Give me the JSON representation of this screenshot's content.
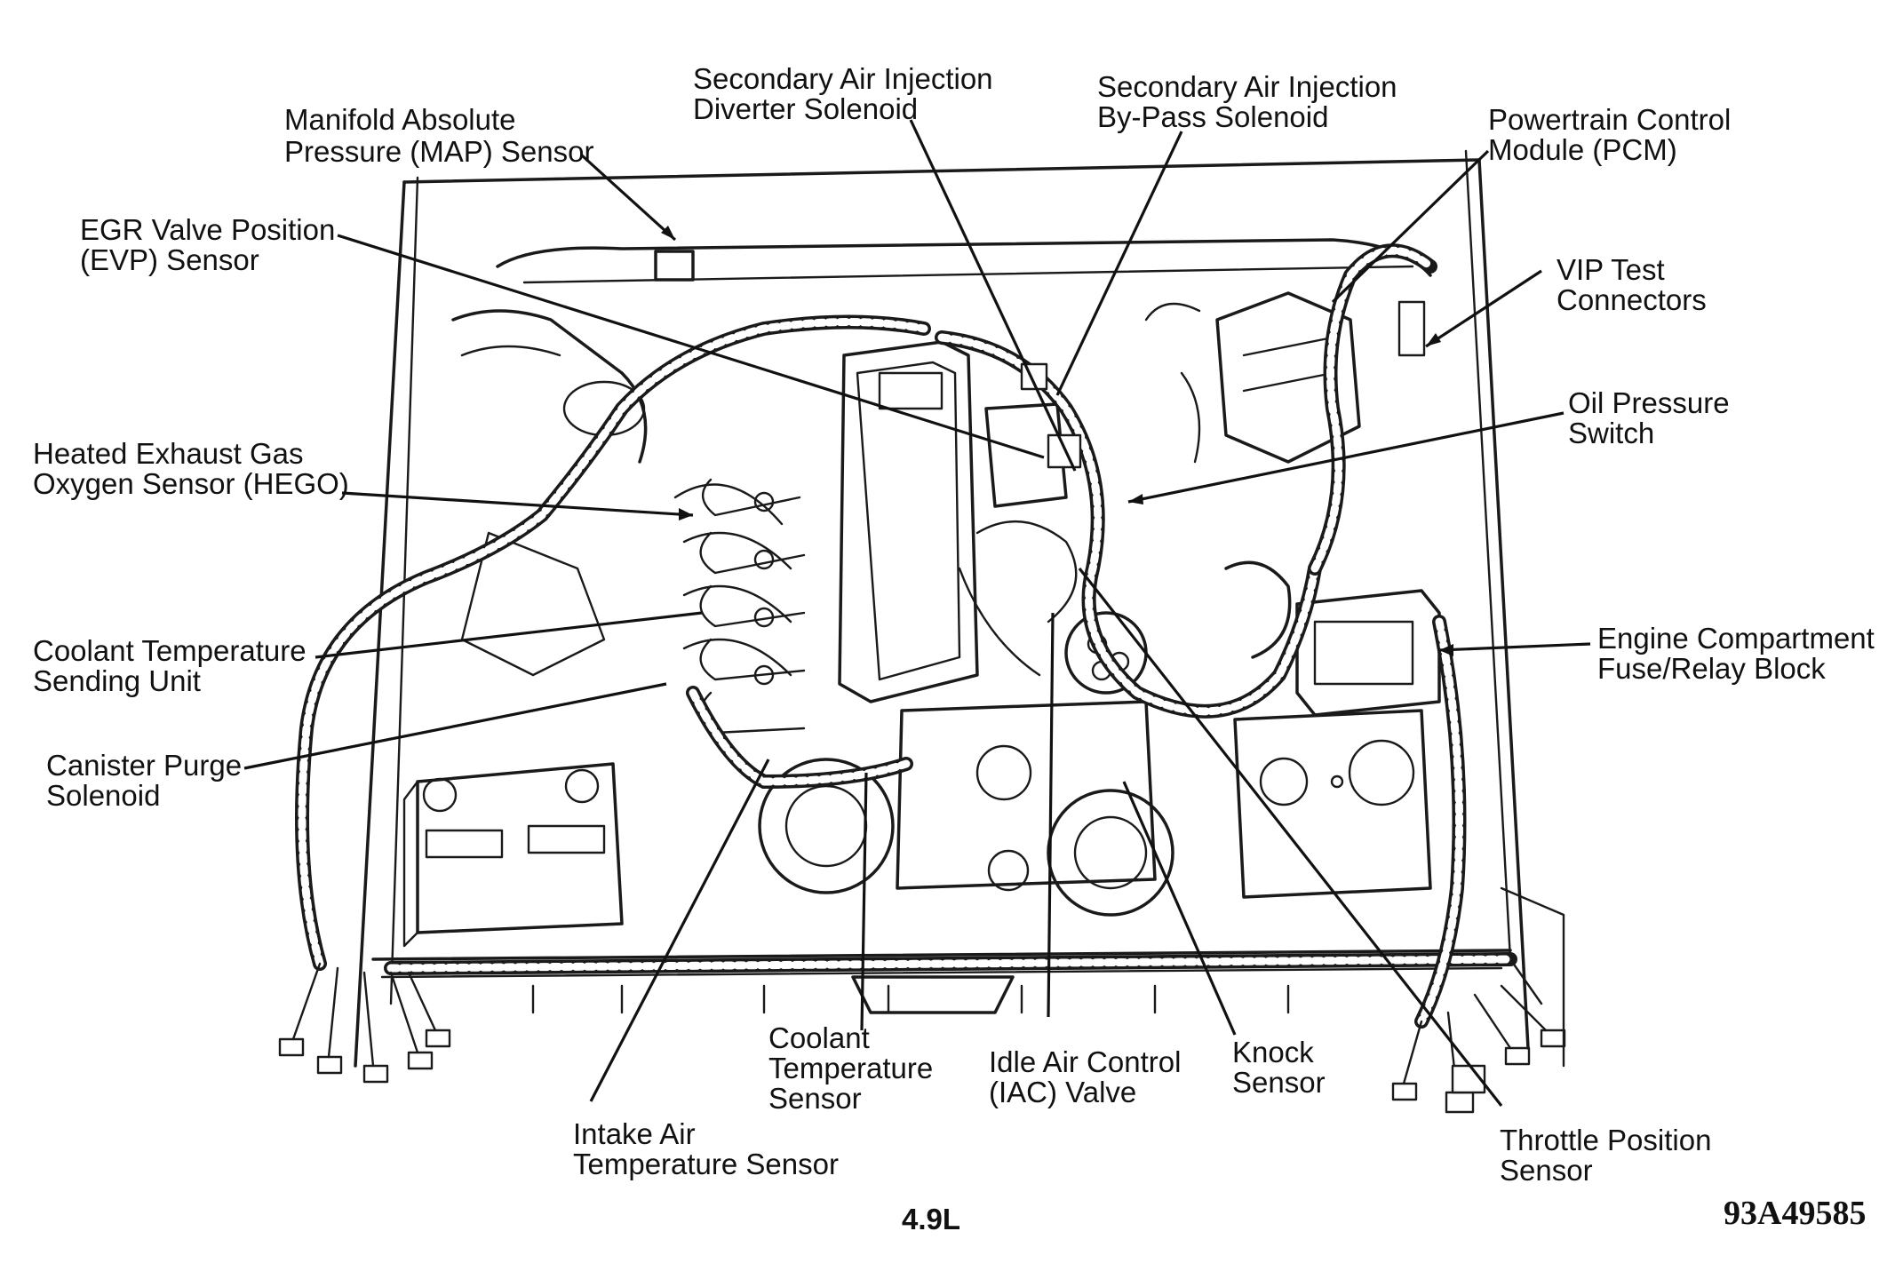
{
  "diagram": {
    "model": "4.9L",
    "figure_code": "93A49585",
    "callouts": [
      {
        "id": "map-sensor",
        "lines": [
          "Manifold Absolute",
          "Pressure (MAP) Sensor"
        ]
      },
      {
        "id": "diverter-solenoid",
        "lines": [
          "Secondary Air Injection",
          "Diverter Solenoid"
        ]
      },
      {
        "id": "bypass-solenoid",
        "lines": [
          "Secondary Air Injection",
          "By-Pass Solenoid"
        ]
      },
      {
        "id": "pcm",
        "lines": [
          "Powertrain Control",
          "Module (PCM)"
        ]
      },
      {
        "id": "evp-sensor",
        "lines": [
          "EGR Valve Position",
          "(EVP) Sensor"
        ]
      },
      {
        "id": "vip-connectors",
        "lines": [
          "VIP Test",
          "Connectors"
        ]
      },
      {
        "id": "oil-pressure-switch",
        "lines": [
          "Oil Pressure",
          "Switch"
        ]
      },
      {
        "id": "hego-sensor",
        "lines": [
          "Heated Exhaust Gas",
          "Oxygen Sensor (HEGO)"
        ]
      },
      {
        "id": "coolant-sending-unit",
        "lines": [
          "Coolant Temperature",
          "Sending Unit"
        ]
      },
      {
        "id": "fuse-relay-block",
        "lines": [
          "Engine Compartment",
          "Fuse/Relay Block"
        ]
      },
      {
        "id": "canister-purge-solenoid",
        "lines": [
          "Canister Purge",
          "Solenoid"
        ]
      },
      {
        "id": "coolant-temp-sensor",
        "lines": [
          "Coolant",
          "Temperature",
          "Sensor"
        ]
      },
      {
        "id": "iac-valve",
        "lines": [
          "Idle Air Control",
          "(IAC) Valve"
        ]
      },
      {
        "id": "knock-sensor",
        "lines": [
          "Knock",
          "Sensor"
        ]
      },
      {
        "id": "intake-air-temp-sensor",
        "lines": [
          "Intake Air",
          "Temperature Sensor"
        ]
      },
      {
        "id": "throttle-position-sensor",
        "lines": [
          "Throttle Position",
          "Sensor"
        ]
      }
    ]
  }
}
